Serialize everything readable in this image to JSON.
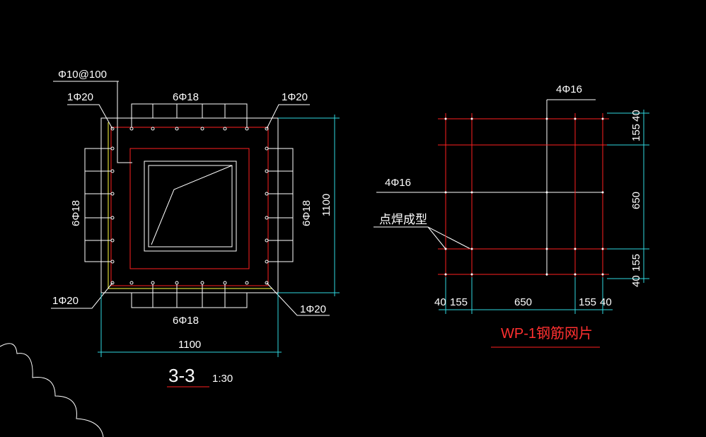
{
  "colors": {
    "background": "#000000",
    "line": "#ffffff",
    "rebar": "#ff2020",
    "dimension": "#30d8e0",
    "highlight": "#ffff40",
    "title": "#ff3030"
  },
  "section_3_3": {
    "label_stirrup": "Φ10@100",
    "label_top_left": "1Φ20",
    "label_top_right": "1Φ20",
    "label_top": "6Φ18",
    "label_left": "6Φ18",
    "label_right": "6Φ18",
    "label_bottom": "6Φ18",
    "label_bottom_left": "1Φ20",
    "label_bottom_right": "1Φ20",
    "dim_width": "1100",
    "dim_height": "1100",
    "title": "3-3",
    "scale": "1:30"
  },
  "wp1": {
    "label_top": "4Φ16",
    "label_left": "4Φ16",
    "label_weld": "点焊成型",
    "dim_bottom": [
      "40",
      "155",
      "650",
      "155",
      "40"
    ],
    "dim_right": [
      "40",
      "155",
      "650",
      "155",
      "40"
    ],
    "title": "WP-1钢筋网片"
  }
}
